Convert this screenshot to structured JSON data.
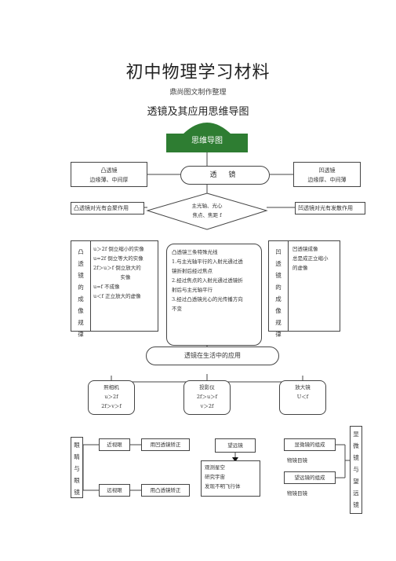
{
  "document": {
    "title": "初中物理学习材料",
    "subtitle": "鼎尚图文制作整理",
    "map_title": "透镜及其应用思维导图"
  },
  "header": {
    "label": "思维导图"
  },
  "center_node": {
    "label": "透 镜"
  },
  "convex": {
    "title": "凸透镜",
    "desc": "边缘薄、中间厚",
    "effect": "凸透镜对光有会聚作用"
  },
  "concave": {
    "title": "凹透镜",
    "desc": "边缘厚、中间薄",
    "effect": "凹透镜对光有发散作用"
  },
  "diamond": {
    "line1": "主光轴、光心",
    "line2": "焦点、焦距 f"
  },
  "convex_imaging": {
    "vertical_label": [
      "凸",
      "透",
      "镜",
      "的",
      "成",
      "像",
      "规",
      "律"
    ],
    "lines": [
      "u＞2f 倒立缩小的实像",
      "u=2f 倒立等大的实像",
      "2f＞u＞f 倒立放大的",
      "实像",
      "u=f 不成像",
      "u＜f 正立放大的虚像"
    ]
  },
  "special_rays": {
    "lines": [
      "凸透镜三条特殊光线",
      "1.与主光轴平行的入射光通过透",
      "镜折射后经过焦点",
      "2.经过焦点的入射光通过透镜折",
      "射后与主光轴平行",
      "3.经过凸透镜光心的光传播方向",
      "不变"
    ]
  },
  "concave_imaging": {
    "vertical_label": [
      "凹",
      "透",
      "镜",
      "的",
      "成",
      "像",
      "规",
      "律"
    ],
    "lines": [
      "凹透镜成像",
      "总是成正立缩小",
      "的虚像"
    ]
  },
  "applications": {
    "label": "透镜在生活中的应用",
    "camera": {
      "name": "照相机",
      "l1": "u＞2f",
      "l2": "2f＞v＞f"
    },
    "projector": {
      "name": "投影仪",
      "l1": "2f＞u＞f",
      "l2": "v＞2f"
    },
    "magnifier": {
      "name": "放大镜",
      "l1": "U＜f"
    }
  },
  "eye": {
    "vertical_label": [
      "眼",
      "睛",
      "与",
      "眼",
      "镜"
    ],
    "myopia": "近视眼",
    "myopia_fix": "用凹透镜矫正",
    "hyperopia": "远视眼",
    "hyperopia_fix": "用凸透镜矫正"
  },
  "telescope_use": {
    "title": "望远镜",
    "lines": [
      "观测星空",
      "研究宇宙",
      "发现不明飞行体"
    ]
  },
  "instruments": {
    "microscope": "显微镜的组成",
    "microscope_parts": "物镜目镜",
    "telescope": "望远镜的组成",
    "telescope_parts": "物镜目镜",
    "vertical_label": [
      "显",
      "微",
      "镜",
      "与",
      "望",
      "远",
      "镜"
    ]
  },
  "colors": {
    "header_green": "#2e7d32",
    "line": "#444444"
  }
}
